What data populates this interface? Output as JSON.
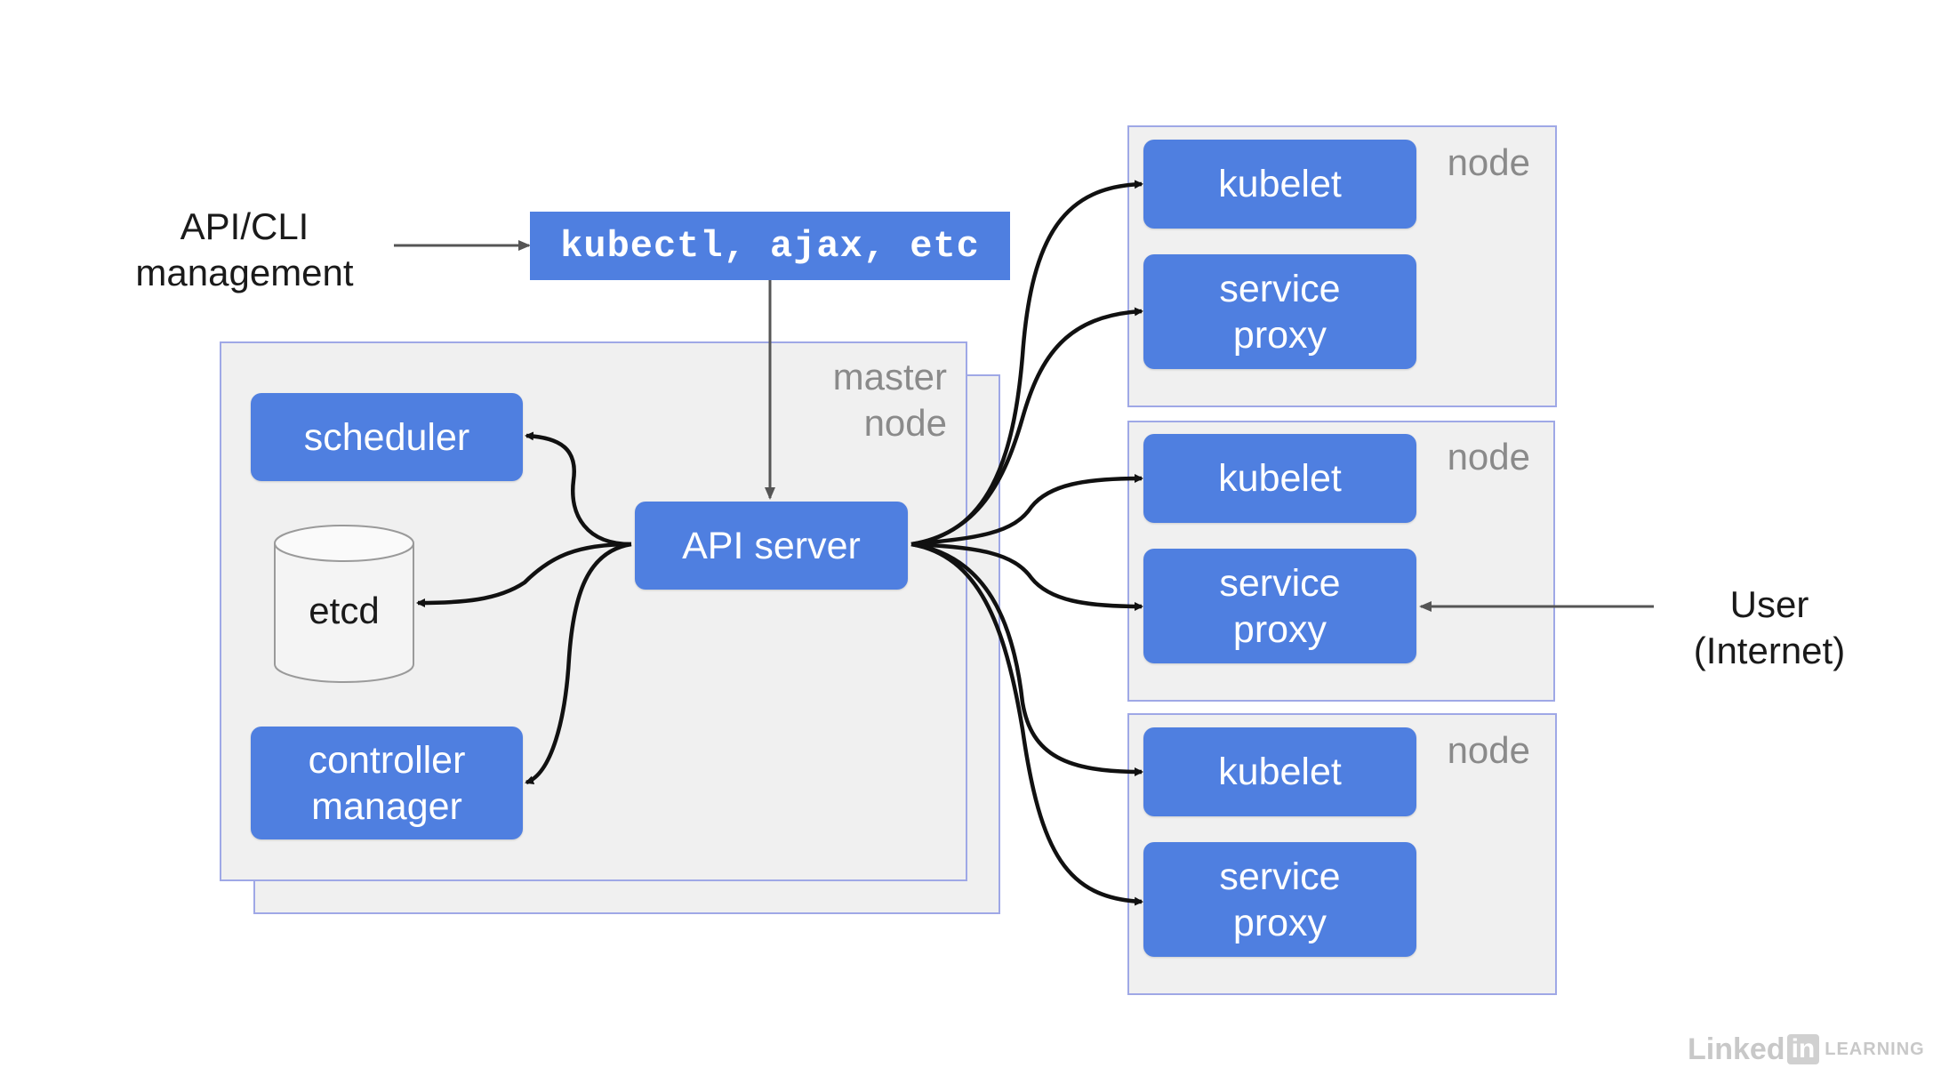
{
  "external": {
    "api_cli": "API/CLI\nmanagement",
    "user": "User\n(Internet)"
  },
  "cli_tools": "kubectl, ajax, etc",
  "master": {
    "label": "master\nnode",
    "scheduler": "scheduler",
    "etcd": "etcd",
    "controller_manager": "controller\nmanager",
    "api_server": "API server"
  },
  "nodes": [
    {
      "label": "node",
      "kubelet": "kubelet",
      "service_proxy": "service\nproxy"
    },
    {
      "label": "node",
      "kubelet": "kubelet",
      "service_proxy": "service\nproxy"
    },
    {
      "label": "node",
      "kubelet": "kubelet",
      "service_proxy": "service\nproxy"
    }
  ],
  "watermark": {
    "brand": "Linked",
    "in": "in",
    "suffix": "LEARNING"
  },
  "colors": {
    "component": "#4f7fe0",
    "region_fill": "#f0f0f0",
    "region_border": "#9fa8e6"
  }
}
